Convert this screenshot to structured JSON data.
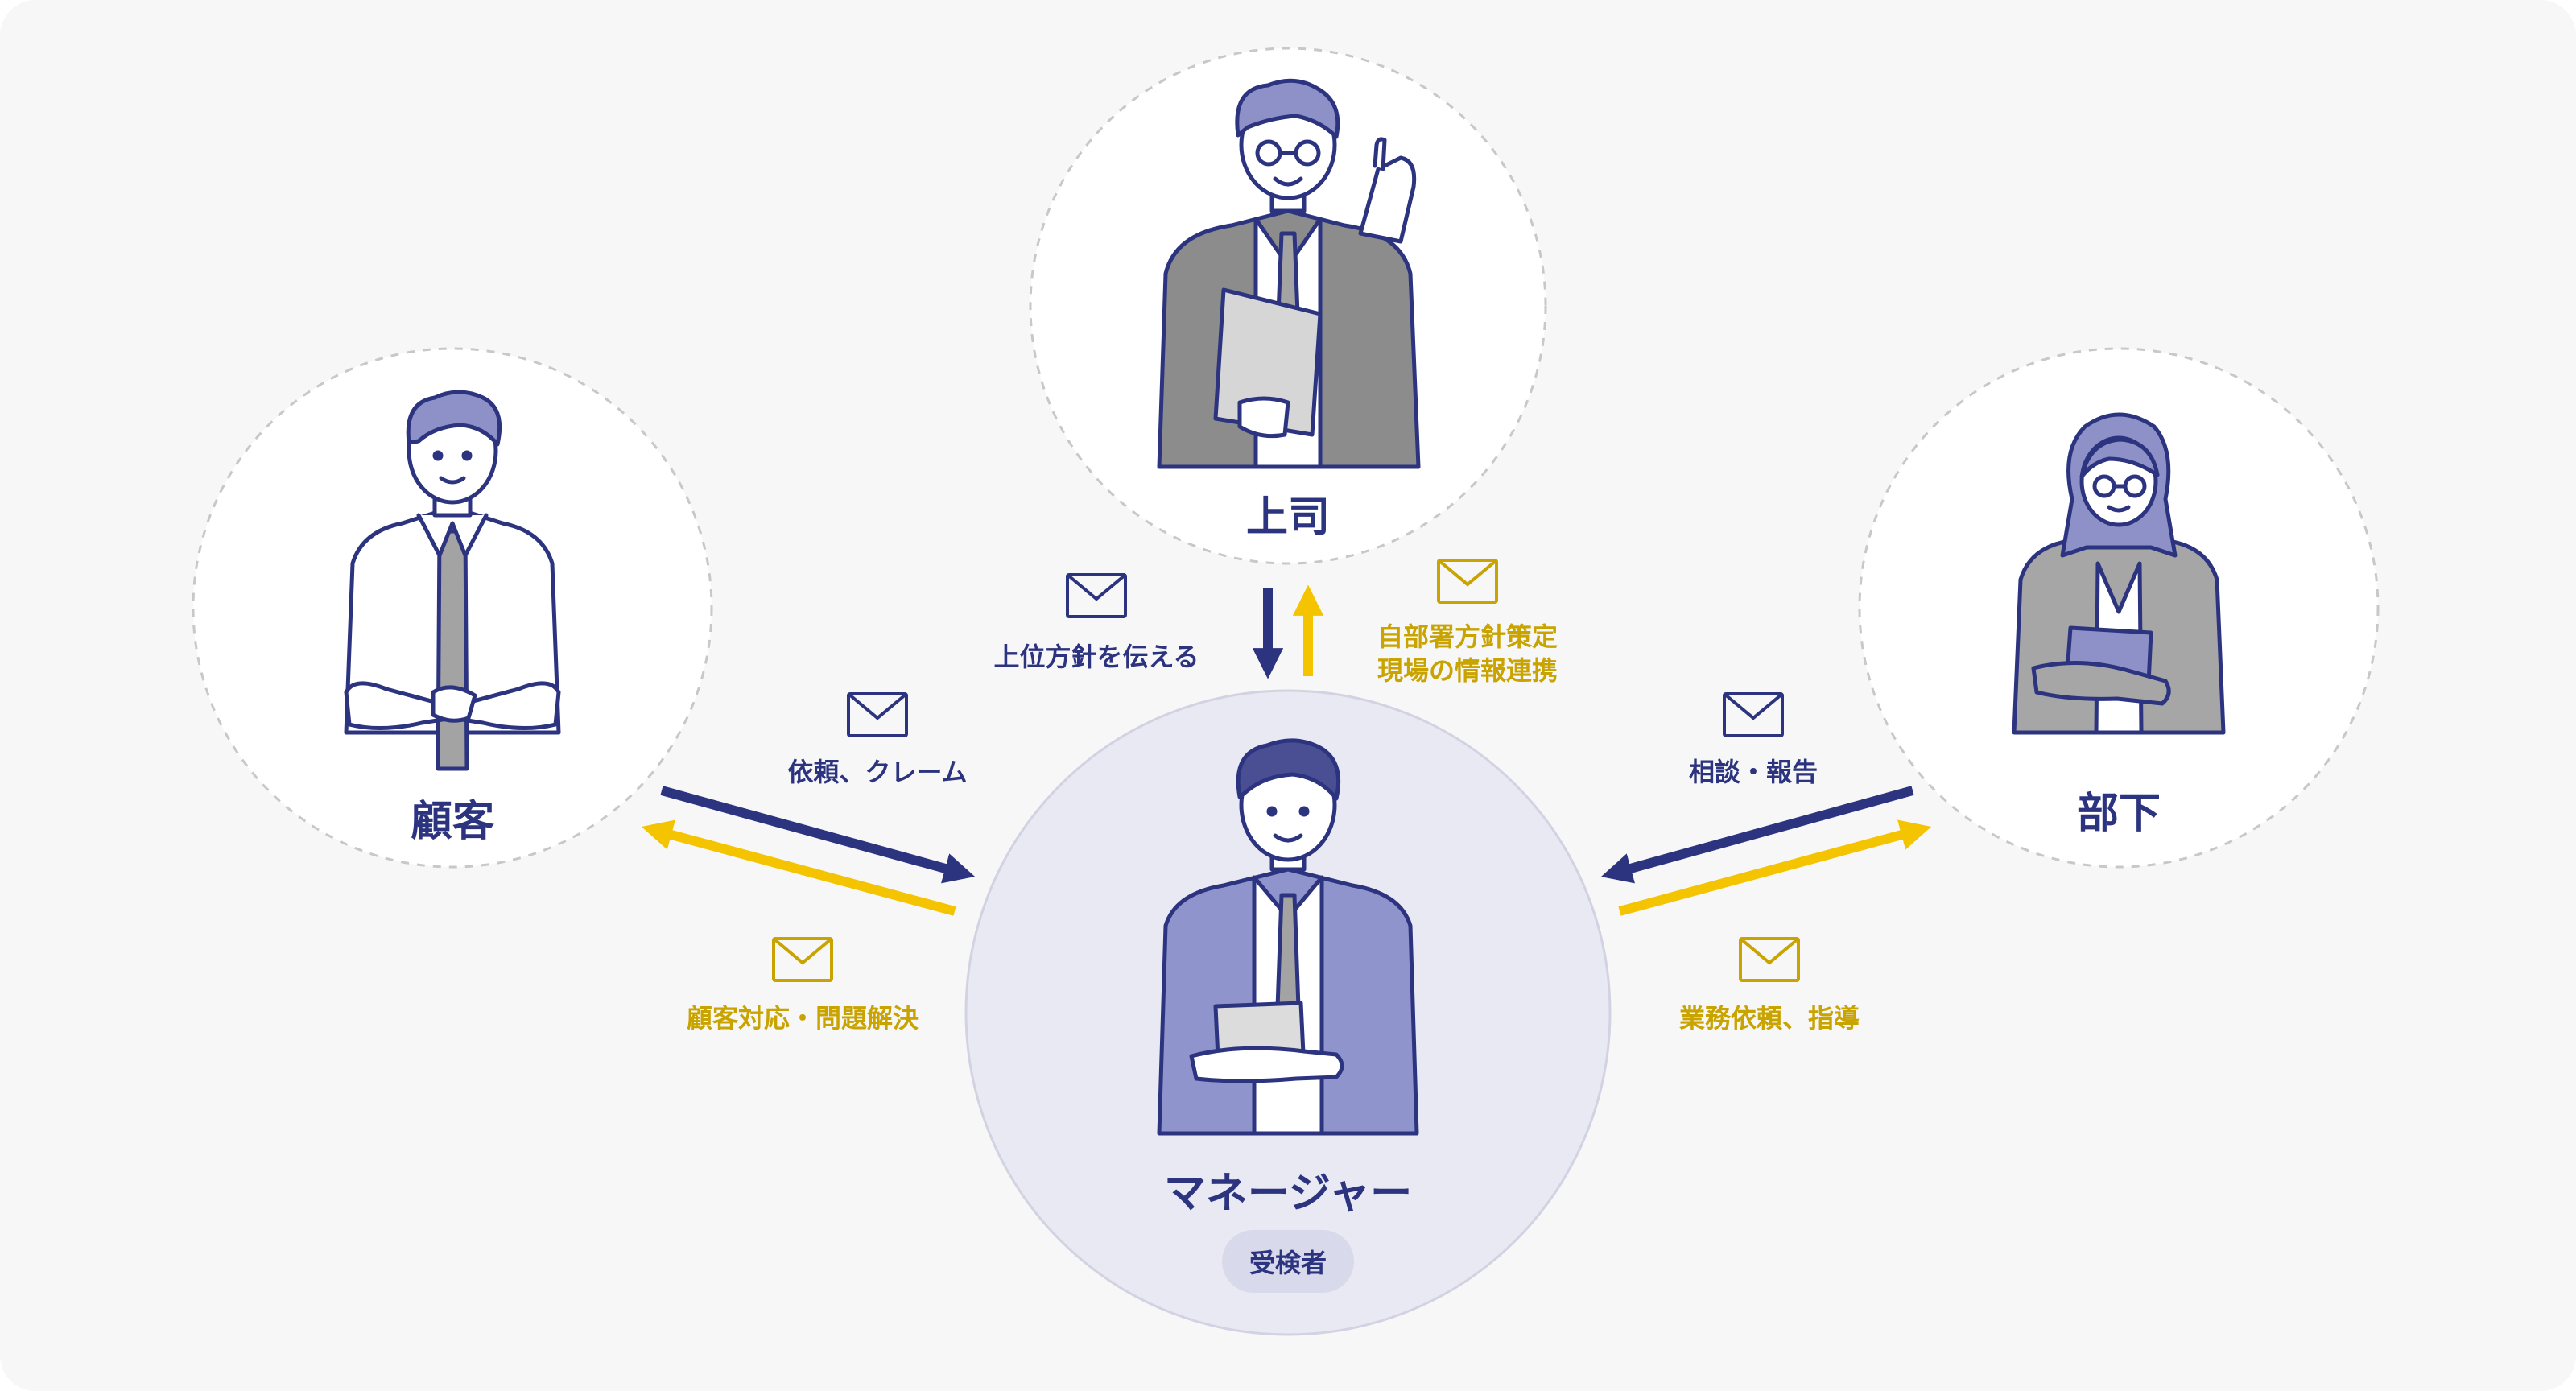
{
  "roles": {
    "boss": "上司",
    "customer": "顧客",
    "subordinate": "部下",
    "manager": "マネージャー",
    "manager_badge": "受検者"
  },
  "messages": {
    "boss_to_manager": "上位方針を伝える",
    "manager_to_boss_line1": "自部署方針策定",
    "manager_to_boss_line2": "現場の情報連携",
    "customer_to_manager": "依頼、クレーム",
    "manager_to_customer": "顧客対応・問題解決",
    "subordinate_to_manager": "相談・報告",
    "manager_to_subordinate": "業務依頼、指導"
  },
  "colors": {
    "navy": "#2c3480",
    "gold": "#f5c400",
    "background": "#f7f7f7",
    "manager_circle": "#e9e9f3"
  },
  "icons": [
    "envelope-icon",
    "boss-figure",
    "customer-figure",
    "subordinate-figure",
    "manager-figure"
  ]
}
